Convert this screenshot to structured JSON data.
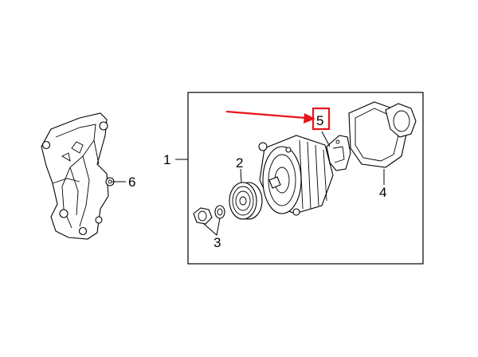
{
  "callouts": {
    "c1": "1",
    "c2": "2",
    "c3": "3",
    "c4": "4",
    "c5": "5",
    "c6": "6"
  },
  "highlight": {
    "target": "5",
    "box_color": "#e8141b",
    "arrow_color": "#e8141b"
  }
}
